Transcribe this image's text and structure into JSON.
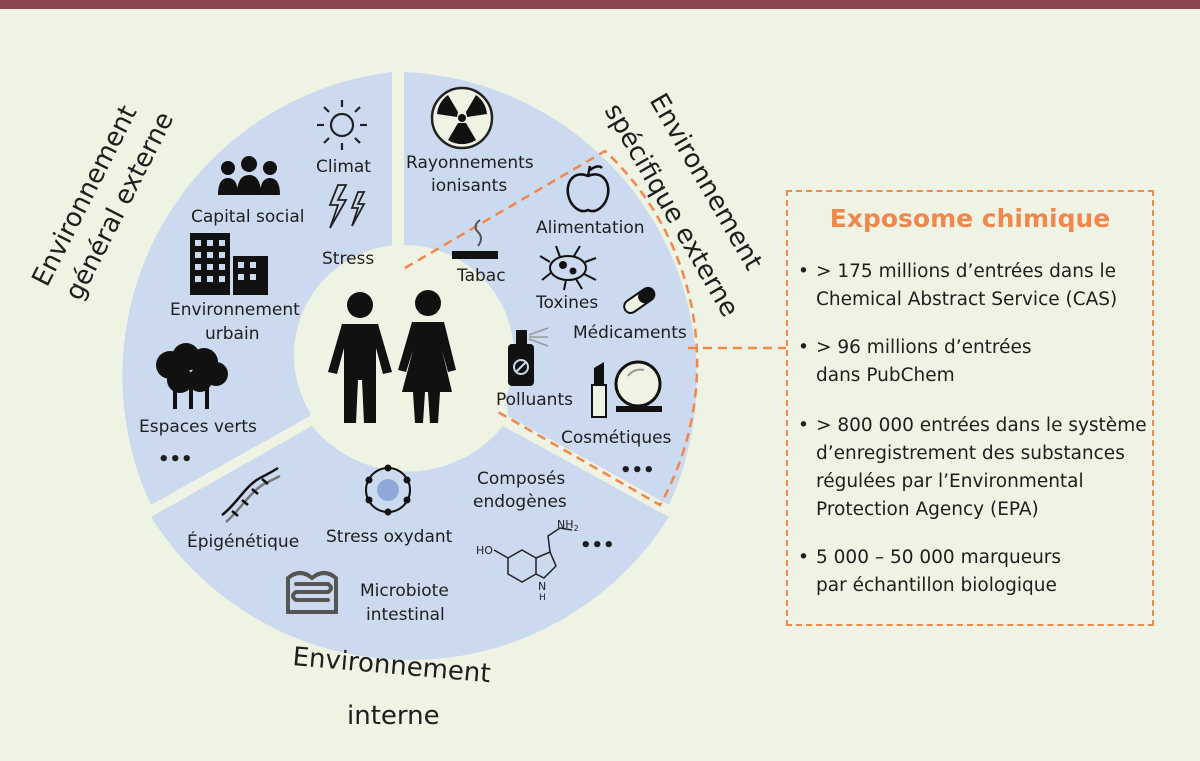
{
  "sectors": {
    "general": {
      "title_line1": "Environnement",
      "title_line2": "général externe"
    },
    "specific": {
      "title_line1": "Environnement",
      "title_line2": "spécifique externe"
    },
    "internal": {
      "title_line1": "Environnement",
      "title_line2": "interne"
    }
  },
  "general_items": {
    "climat": "Climat",
    "capital_social": "Capital social",
    "stress": "Stress",
    "env_urbain_1": "Environnement",
    "env_urbain_2": "urbain",
    "espaces_verts": "Espaces verts",
    "more": "•••"
  },
  "specific_items": {
    "rayonnements_1": "Rayonnements",
    "rayonnements_2": "ionisants",
    "alimentation": "Alimentation",
    "tabac": "Tabac",
    "toxines": "Toxines",
    "medicaments": "Médicaments",
    "polluants": "Polluants",
    "cosmetiques": "Cosmétiques",
    "more": "•••"
  },
  "internal_items": {
    "epigenetique": "Épigénétique",
    "stress_oxydant": "Stress oxydant",
    "composes_1": "Composés",
    "composes_2": "endogènes",
    "microbiote_1": "Microbiote",
    "microbiote_2": "intestinal",
    "more": "•••",
    "molecule_nh2": "NH",
    "molecule_nh2_sub": "2",
    "molecule_ho": "HO",
    "molecule_n": "N",
    "molecule_h": "H"
  },
  "exposome": {
    "title": "Exposome chimique",
    "bullets": [
      "> 175 millions d’entrées dans le\nChemical Abstract Service (CAS)",
      "> 96 millions d’entrées\ndans PubChem",
      "> 800 000 entrées dans le système\nd’enregistrement des substances\nrégulées par l’Environmental\nProtection Agency (EPA)",
      "5 000 – 50 000 marqueurs\npar échantillon biologique"
    ]
  },
  "colors": {
    "wheel": "#ccdaf0",
    "accent": "#f0884e",
    "top_bar": "#8c4651",
    "background": "#eef3e3",
    "ink": "#1e1e1e"
  },
  "icons": [
    "sun-icon",
    "people-group-icon",
    "lightning-icon",
    "buildings-icon",
    "trees-icon",
    "radiation-icon",
    "apple-icon",
    "cigarette-icon",
    "microbe-icon",
    "pill-icon",
    "spray-bottle-icon",
    "lipstick-mirror-icon",
    "dna-icon",
    "oxidative-stress-icon",
    "intestine-icon",
    "molecule-icon",
    "couple-icon"
  ]
}
